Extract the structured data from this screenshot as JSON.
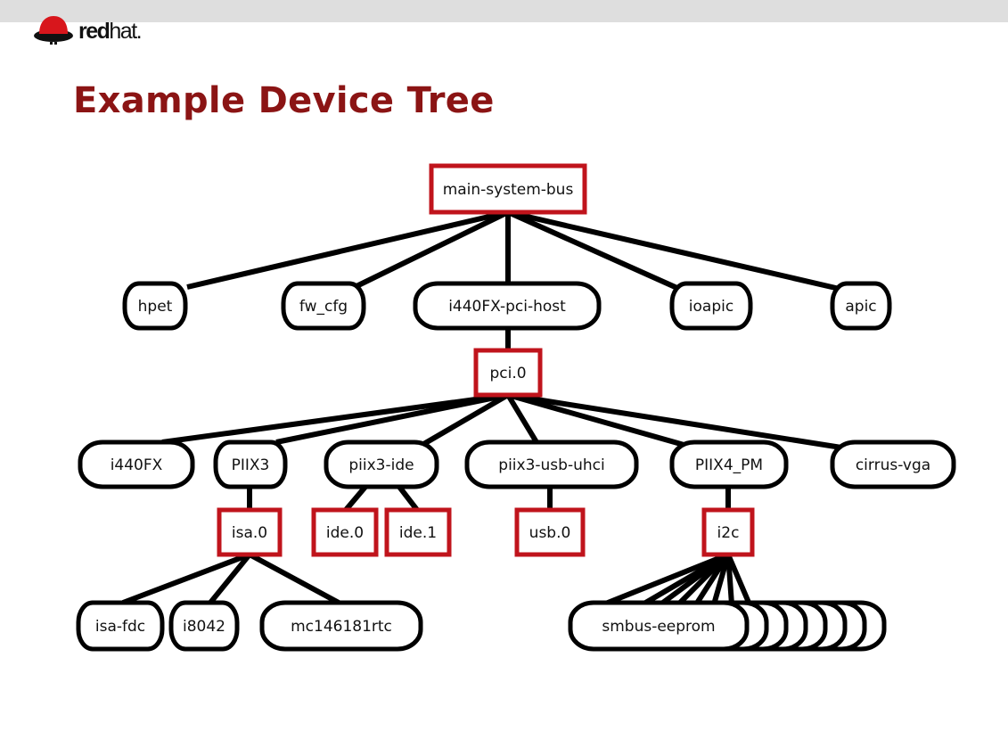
{
  "slide": {
    "logo_text_bold": "red",
    "logo_text_regular": "hat.",
    "title": "Example Device Tree"
  },
  "colors": {
    "title": "#8b1414",
    "bus_border": "#c0141c",
    "device_border": "#000000",
    "edge": "#000000",
    "topbar": "#dedede"
  },
  "diagram": {
    "legend_kinds": {
      "bus": "red rectangle",
      "device": "black rounded node"
    },
    "nodes": [
      {
        "id": "main-system-bus",
        "label": "main-system-bus",
        "kind": "bus"
      },
      {
        "id": "hpet",
        "label": "hpet",
        "kind": "device"
      },
      {
        "id": "fw_cfg",
        "label": "fw_cfg",
        "kind": "device"
      },
      {
        "id": "i440FX-pci-host",
        "label": "i440FX-pci-host",
        "kind": "device"
      },
      {
        "id": "ioapic",
        "label": "ioapic",
        "kind": "device"
      },
      {
        "id": "apic",
        "label": "apic",
        "kind": "device"
      },
      {
        "id": "pci.0",
        "label": "pci.0",
        "kind": "bus"
      },
      {
        "id": "i440FX",
        "label": "i440FX",
        "kind": "device"
      },
      {
        "id": "PIIX3",
        "label": "PIIX3",
        "kind": "device"
      },
      {
        "id": "piix3-ide",
        "label": "piix3-ide",
        "kind": "device"
      },
      {
        "id": "piix3-usb-uhci",
        "label": "piix3-usb-uhci",
        "kind": "device"
      },
      {
        "id": "PIIX4_PM",
        "label": "PIIX4_PM",
        "kind": "device"
      },
      {
        "id": "cirrus-vga",
        "label": "cirrus-vga",
        "kind": "device"
      },
      {
        "id": "isa.0",
        "label": "isa.0",
        "kind": "bus"
      },
      {
        "id": "ide.0",
        "label": "ide.0",
        "kind": "bus"
      },
      {
        "id": "ide.1",
        "label": "ide.1",
        "kind": "bus"
      },
      {
        "id": "usb.0",
        "label": "usb.0",
        "kind": "bus"
      },
      {
        "id": "i2c",
        "label": "i2c",
        "kind": "bus"
      },
      {
        "id": "isa-fdc",
        "label": "isa-fdc",
        "kind": "device"
      },
      {
        "id": "i8042",
        "label": "i8042",
        "kind": "device"
      },
      {
        "id": "mc146181rtc",
        "label": "mc146181rtc",
        "kind": "device"
      },
      {
        "id": "smbus-eeprom",
        "label": "smbus-eeprom",
        "kind": "device",
        "stack_count": 8
      }
    ],
    "edges": [
      [
        "main-system-bus",
        "hpet"
      ],
      [
        "main-system-bus",
        "fw_cfg"
      ],
      [
        "main-system-bus",
        "i440FX-pci-host"
      ],
      [
        "main-system-bus",
        "ioapic"
      ],
      [
        "main-system-bus",
        "apic"
      ],
      [
        "i440FX-pci-host",
        "pci.0"
      ],
      [
        "pci.0",
        "i440FX"
      ],
      [
        "pci.0",
        "PIIX3"
      ],
      [
        "pci.0",
        "piix3-ide"
      ],
      [
        "pci.0",
        "piix3-usb-uhci"
      ],
      [
        "pci.0",
        "PIIX4_PM"
      ],
      [
        "pci.0",
        "cirrus-vga"
      ],
      [
        "PIIX3",
        "isa.0"
      ],
      [
        "piix3-ide",
        "ide.0"
      ],
      [
        "piix3-ide",
        "ide.1"
      ],
      [
        "piix3-usb-uhci",
        "usb.0"
      ],
      [
        "PIIX4_PM",
        "i2c"
      ],
      [
        "isa.0",
        "isa-fdc"
      ],
      [
        "isa.0",
        "i8042"
      ],
      [
        "isa.0",
        "mc146181rtc"
      ],
      [
        "i2c",
        "smbus-eeprom"
      ]
    ]
  }
}
